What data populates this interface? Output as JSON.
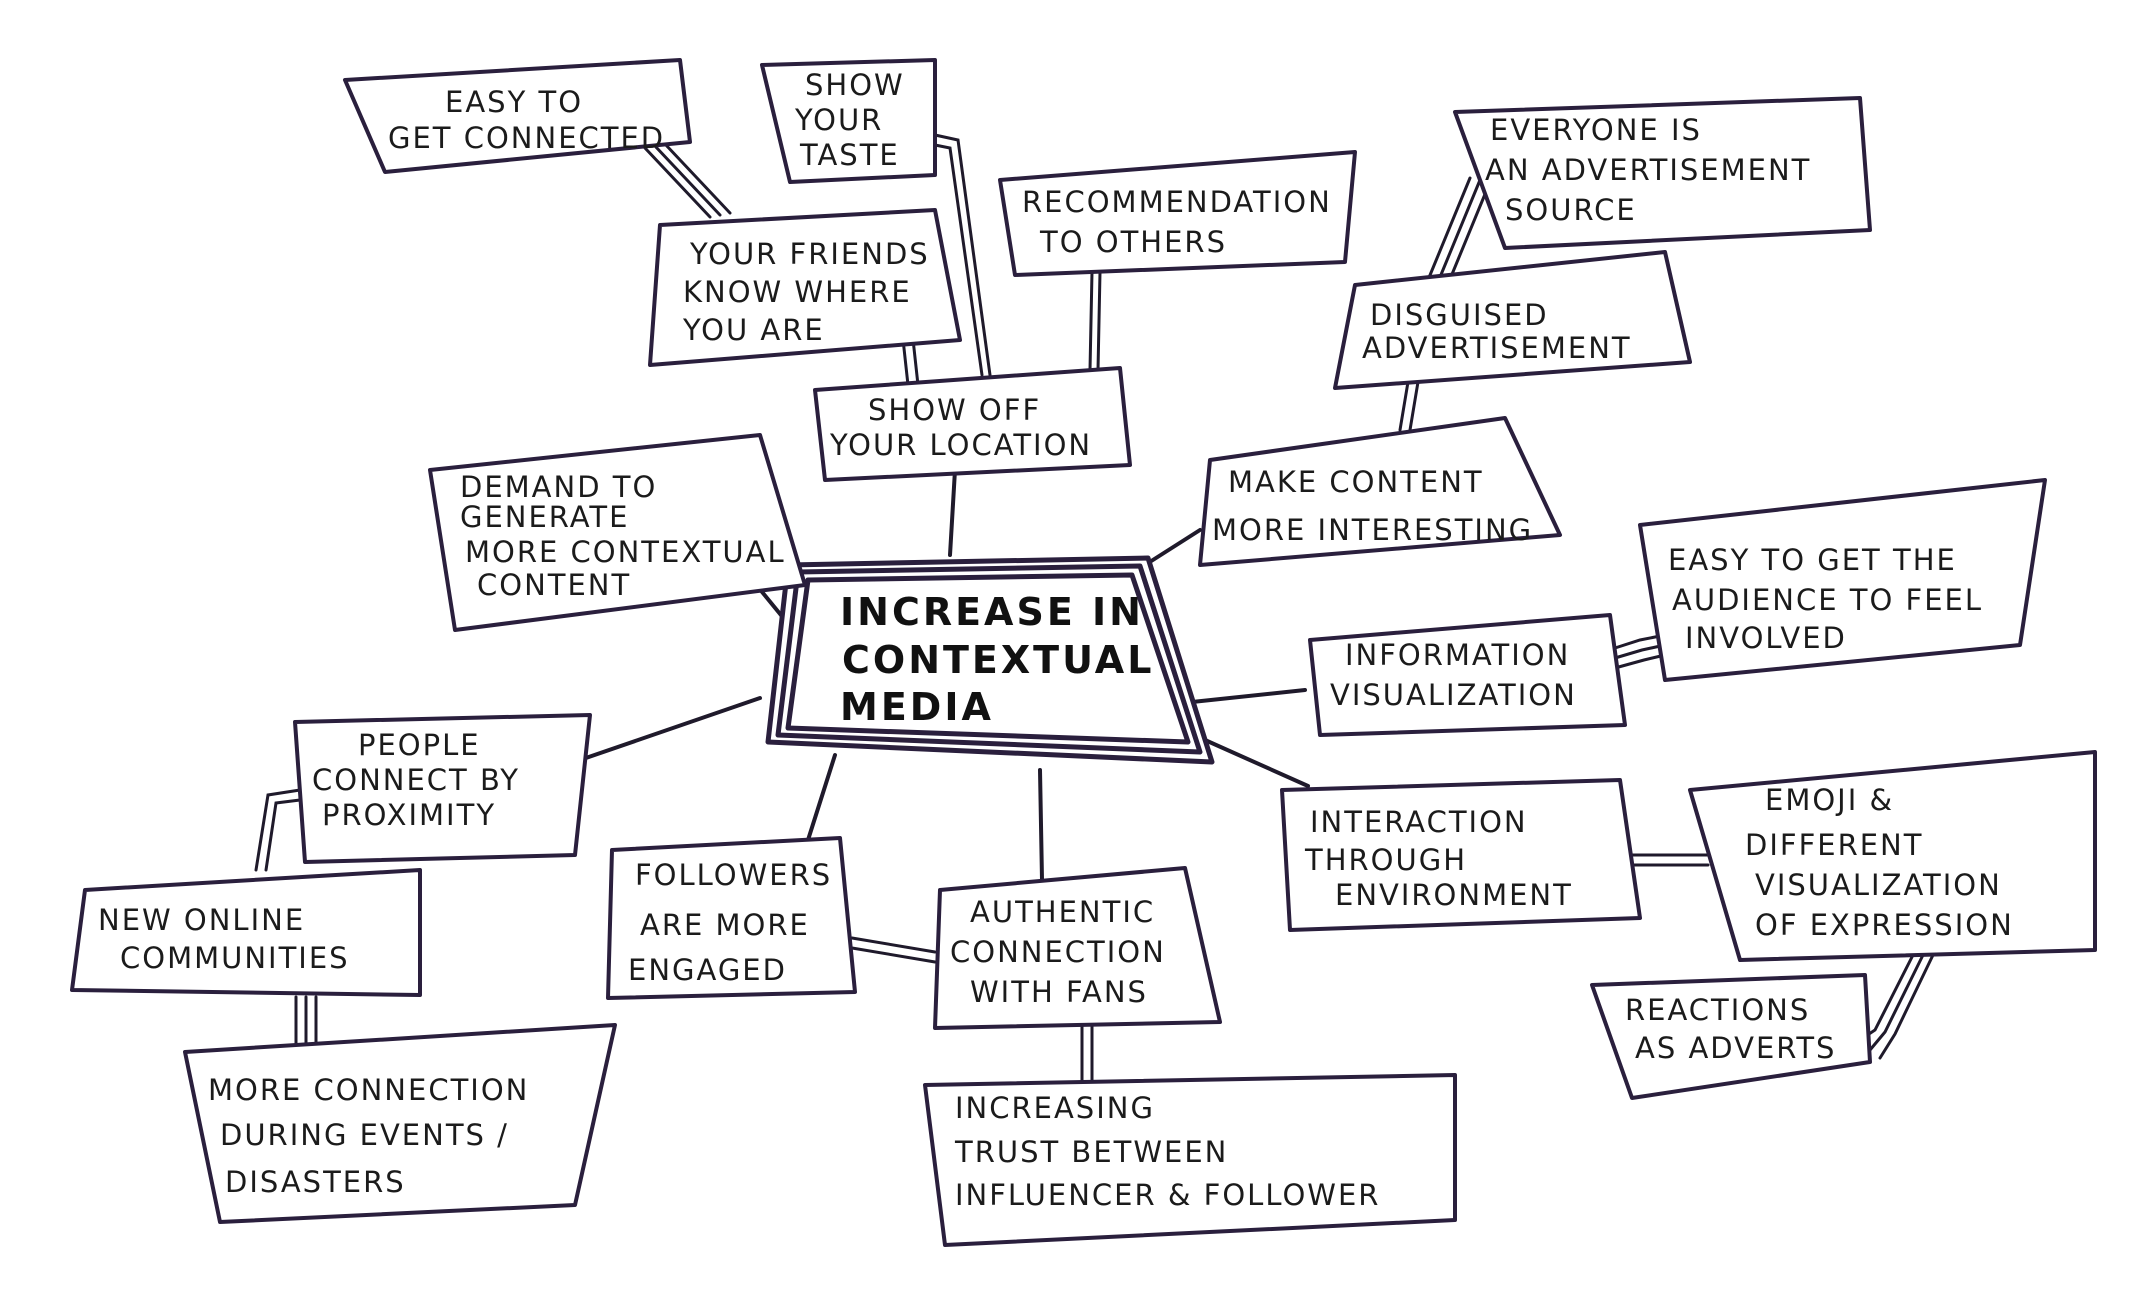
{
  "center": {
    "lines": [
      "INCREASE IN",
      "CONTEXTUAL",
      "MEDIA"
    ]
  },
  "nodes": {
    "easy_to_get_connected": [
      "EASY TO",
      "GET CONNECTED"
    ],
    "show_your_taste": [
      "SHOW",
      "YOUR",
      "TASTE"
    ],
    "your_friends_know": [
      "YOUR FRIENDS",
      "KNOW WHERE",
      "YOU ARE"
    ],
    "show_off_location": [
      "SHOW OFF",
      "YOUR LOCATION"
    ],
    "recommendation": [
      "RECOMMENDATION",
      "TO OTHERS"
    ],
    "everyone_advertisement": [
      "EVERYONE IS",
      "AN ADVERTISEMENT",
      "SOURCE"
    ],
    "disguised_advertisement": [
      "DISGUISED",
      "ADVERTISEMENT"
    ],
    "make_content_interesting": [
      "MAKE CONTENT",
      "MORE INTERESTING"
    ],
    "demand_contextual": [
      "DEMAND TO",
      "GENERATE",
      "MORE CONTEXTUAL",
      "CONTENT"
    ],
    "easy_audience": [
      "EASY TO GET THE",
      "AUDIENCE TO FEEL",
      "INVOLVED"
    ],
    "information_visualization": [
      "INFORMATION",
      "VISUALIZATION"
    ],
    "people_proximity": [
      "PEOPLE",
      "CONNECT BY",
      "PROXIMITY"
    ],
    "interaction_environment": [
      "INTERACTION",
      "THROUGH",
      "ENVIRONMENT"
    ],
    "emoji_expression": [
      "EMOJI &",
      "DIFFERENT",
      "VISUALIZATION",
      "OF EXPRESSION"
    ],
    "new_online_communities": [
      "NEW ONLINE",
      "COMMUNITIES"
    ],
    "followers_engaged": [
      "FOLLOWERS",
      "ARE MORE",
      "ENGAGED"
    ],
    "authentic_connection": [
      "AUTHENTIC",
      "CONNECTION",
      "WITH FANS"
    ],
    "reactions_adverts": [
      "REACTIONS",
      "AS ADVERTS"
    ],
    "more_connection_events": [
      "MORE CONNECTION",
      "DURING EVENTS /",
      "DISASTERS"
    ],
    "increasing_trust": [
      "INCREASING",
      "TRUST BETWEEN",
      "INFLUENCER & FOLLOWER"
    ]
  }
}
